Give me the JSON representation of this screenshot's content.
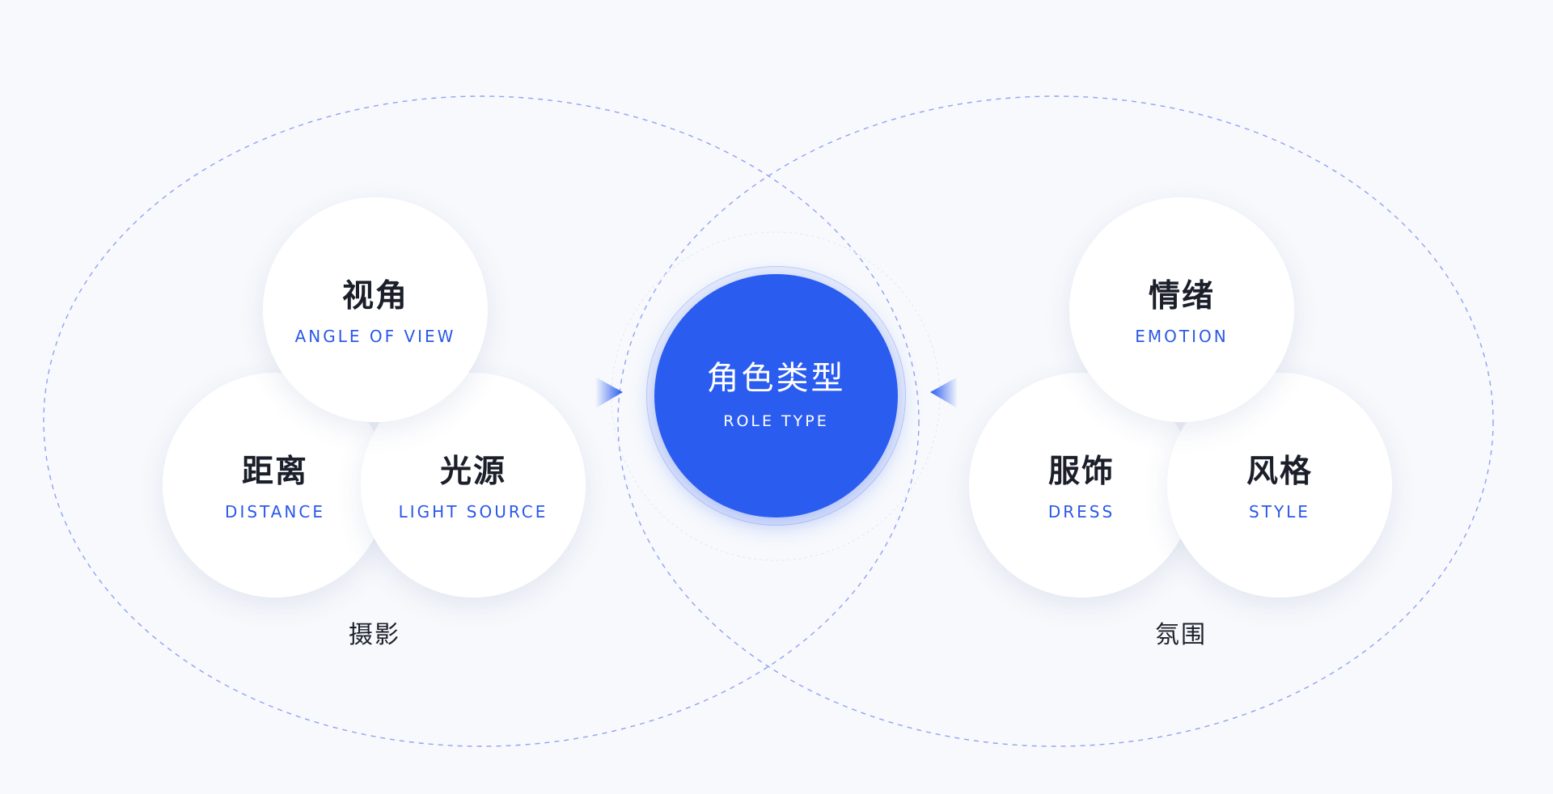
{
  "center": {
    "zh": "角色类型",
    "en": "ROLE TYPE"
  },
  "groups": {
    "left": {
      "label": "摄影",
      "items": [
        {
          "zh": "视角",
          "en": "ANGLE OF VIEW"
        },
        {
          "zh": "距离",
          "en": "DISTANCE"
        },
        {
          "zh": "光源",
          "en": "LIGHT SOURCE"
        }
      ]
    },
    "right": {
      "label": "氛围",
      "items": [
        {
          "zh": "情绪",
          "en": "EMOTION"
        },
        {
          "zh": "服饰",
          "en": "DRESS"
        },
        {
          "zh": "风格",
          "en": "STYLE"
        }
      ]
    }
  },
  "colors": {
    "accent": "#2a5cf0",
    "accent_text": "#2b58e8",
    "background": "#f7f9fc",
    "bubble": "#ffffff",
    "heading_text": "#1b1f2a",
    "dashed_outline": "#8fa3f5"
  }
}
